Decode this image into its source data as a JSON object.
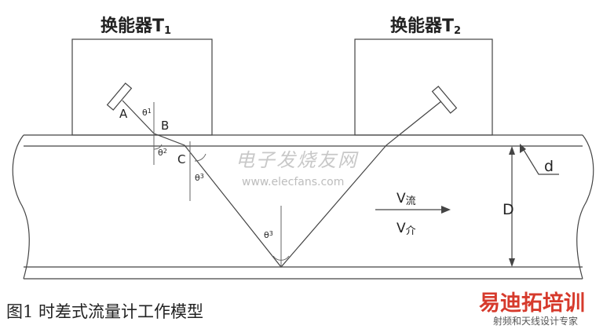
{
  "transducer1": {
    "name": "换能器T",
    "subscript": "1"
  },
  "transducer2": {
    "name": "换能器T",
    "subscript": "2"
  },
  "points": {
    "a": "A",
    "b": "B",
    "c": "C"
  },
  "angles": {
    "theta": "θ",
    "sub1": "1",
    "sub2": "2",
    "sub3": "3"
  },
  "velocity": {
    "v": "V",
    "flow_sub": "流",
    "medium_sub": "介"
  },
  "dimensions": {
    "pipe_diameter": "D",
    "wall_thickness": "d"
  },
  "watermark": {
    "site_cn": "电子发烧友网",
    "url": "www.elecfans.com"
  },
  "caption": "图1 时差式流量计工作模型",
  "logo": {
    "main": "易迪拓培训",
    "sub": "射频和天线设计专家"
  }
}
